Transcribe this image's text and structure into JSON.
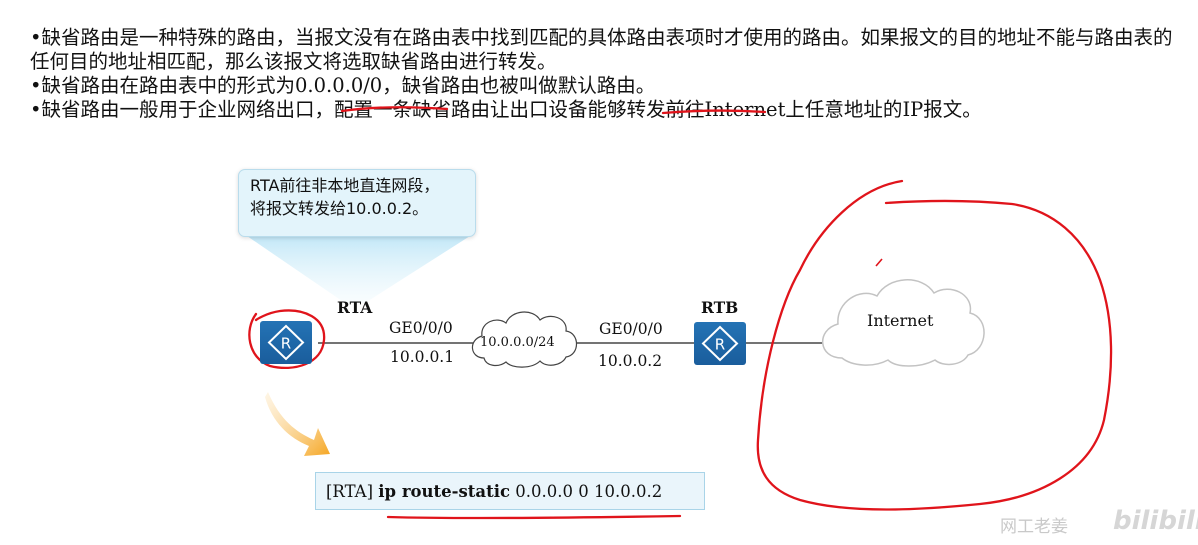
{
  "bullets": [
    {
      "text": "•缺省路由是一种特殊的路由，当报文没有在路由表中找到匹配的具体路由表项时才使用的路由。如果报文的目的地址不能与路由表的任何目的地址相匹配，那么该报文将选取缺省路由进行转发。"
    },
    {
      "prefix": "•缺省路由在路由表中的形式为",
      "route": "0.0.0.0/0",
      "suffix": "，缺省路由也被叫做默认路由。"
    },
    {
      "prefix": "•缺省路由一般用于企业网络出口，配置一条缺省路由让出口设备能够转发前往",
      "internet": "Internet",
      "middle": "上任意地址的",
      "ip": "IP",
      "suffix": "报文。"
    }
  ],
  "callout": {
    "line1": "RTA前往非本地直连网段，",
    "line2": "将报文转发给10.0.0.2。"
  },
  "diagram": {
    "rta_label": "RTA",
    "rtb_label": "RTB",
    "rta_iface": "GE0/0/0",
    "rta_ip": "10.0.0.1",
    "rtb_iface": "GE0/0/0",
    "rtb_ip": "10.0.0.2",
    "subnet": "10.0.0.0/24",
    "internet": "Internet",
    "router_icon": "router-icon",
    "router_glyph": "R"
  },
  "command": {
    "prefix": "[RTA] ",
    "keyword": "ip route-static",
    "args": " 0.0.0.0 0 10.0.0.2"
  },
  "watermark": {
    "text": "网工老姜",
    "logo": "bilibili"
  },
  "colors": {
    "router": "#1f68aa",
    "callout_bg": "#e3f4fb",
    "annotation": "#e0141b",
    "arrow": "#f5a623"
  }
}
